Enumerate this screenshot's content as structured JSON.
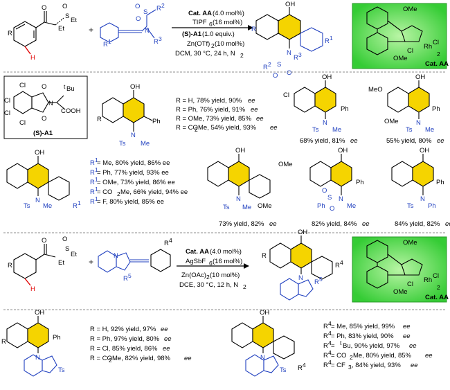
{
  "reaction1": {
    "catalyst": "Cat. AA",
    "cat_loading": " (4.0 mol%)",
    "reagent1": "TIPF",
    "reagent1_sub": "6",
    "reagent1_tail": " (16 mol%)",
    "reagent2": "(S)-A1",
    "reagent2_tail": " (1.0 equiv.)",
    "reagent3": "Zn(OTf)",
    "reagent3_sub": "2",
    "reagent3_tail": " (10 mol%)",
    "conditions": "DCM, 30 °C, 24 h, N",
    "conditions_sub": "2",
    "cat_label": "Cat. AA"
  },
  "labels": {
    "R": "R",
    "R1": "R",
    "R1_sup": "1",
    "R2": "R",
    "R2_sup": "2",
    "R3": "R",
    "R3_sup": "3",
    "R4": "R",
    "R4_sup": "4",
    "R5": "R",
    "R5_sup": "5",
    "O": "O",
    "S": "S",
    "Et": "Et",
    "N": "N",
    "OH": "OH",
    "H": "H",
    "Ts": "Ts",
    "Me": "Me",
    "Ph": "Ph",
    "OMe": "OMe",
    "MeO": "MeO",
    "Cl": "Cl",
    "Rh": "Rh",
    "tBu": "Bu",
    "t": "t",
    "COOH": "COOH",
    "H_a": "H",
    "N_a": "N",
    "sub2": "2"
  },
  "auxiliary": {
    "name": "(S)-A1"
  },
  "table1": {
    "rows": [
      "R = H, 78% yield, 90% ",
      "R = Ph, 76% yield, 91% ",
      "R = OMe, 73% yield, 85% ",
      "R = CO",
      "2",
      "Me, 54% yield, 93% "
    ],
    "ee": "ee"
  },
  "table2": {
    "rows": [
      " = Me, 80% yield, 86% ee",
      " = Ph, 77% yield, 93% ee",
      " = OMe, 73% yield, 86% ee",
      " = CO",
      "Me, 66% yield, 94% ee",
      " = F, 80% yield, 85% ee"
    ]
  },
  "yields": {
    "p1": "68% yield, 81% ",
    "p2": "55% yield, 80% ",
    "p3": "73% yield, 82% ",
    "p4": "82% yield, 84% ",
    "p5": "84% yield, 82% "
  },
  "reaction2": {
    "catalyst": "Cat. AA",
    "cat_loading": " (4.0 mol%)",
    "reagent1": "AgSbF",
    "reagent1_sub": "6",
    "reagent1_tail": " (16 mol%)",
    "reagent2": "Zn(OAc)",
    "reagent2_sub": "2",
    "reagent2_tail": " (10 mol%)",
    "conditions": "DCE, 30 °C, 12 h, N",
    "conditions_sub": "2",
    "cat_label": "Cat. AA"
  },
  "table3": {
    "rows": [
      "R = H, 92% yield, 97% ",
      "R = Ph, 97% yield, 80% ",
      "R = Cl, 85% yield, 86% ",
      "R = CO",
      "Me, 82% yield, 98% "
    ]
  },
  "table4": {
    "rows": [
      " = Me, 85% yield, 99% ",
      " = Ph, 83% yield, 90% ",
      " = ",
      "Bu, 90% yield, 97% ",
      " = CO",
      "Me, 80% yield, 85% ",
      " = CF",
      "3",
      ", 84% yield, 93% "
    ]
  },
  "colors": {
    "highlight": "#f5d400",
    "accent_blue": "#1f3fbf",
    "catalyst_green": "#3fd43f",
    "bond_red": "#e00000"
  }
}
